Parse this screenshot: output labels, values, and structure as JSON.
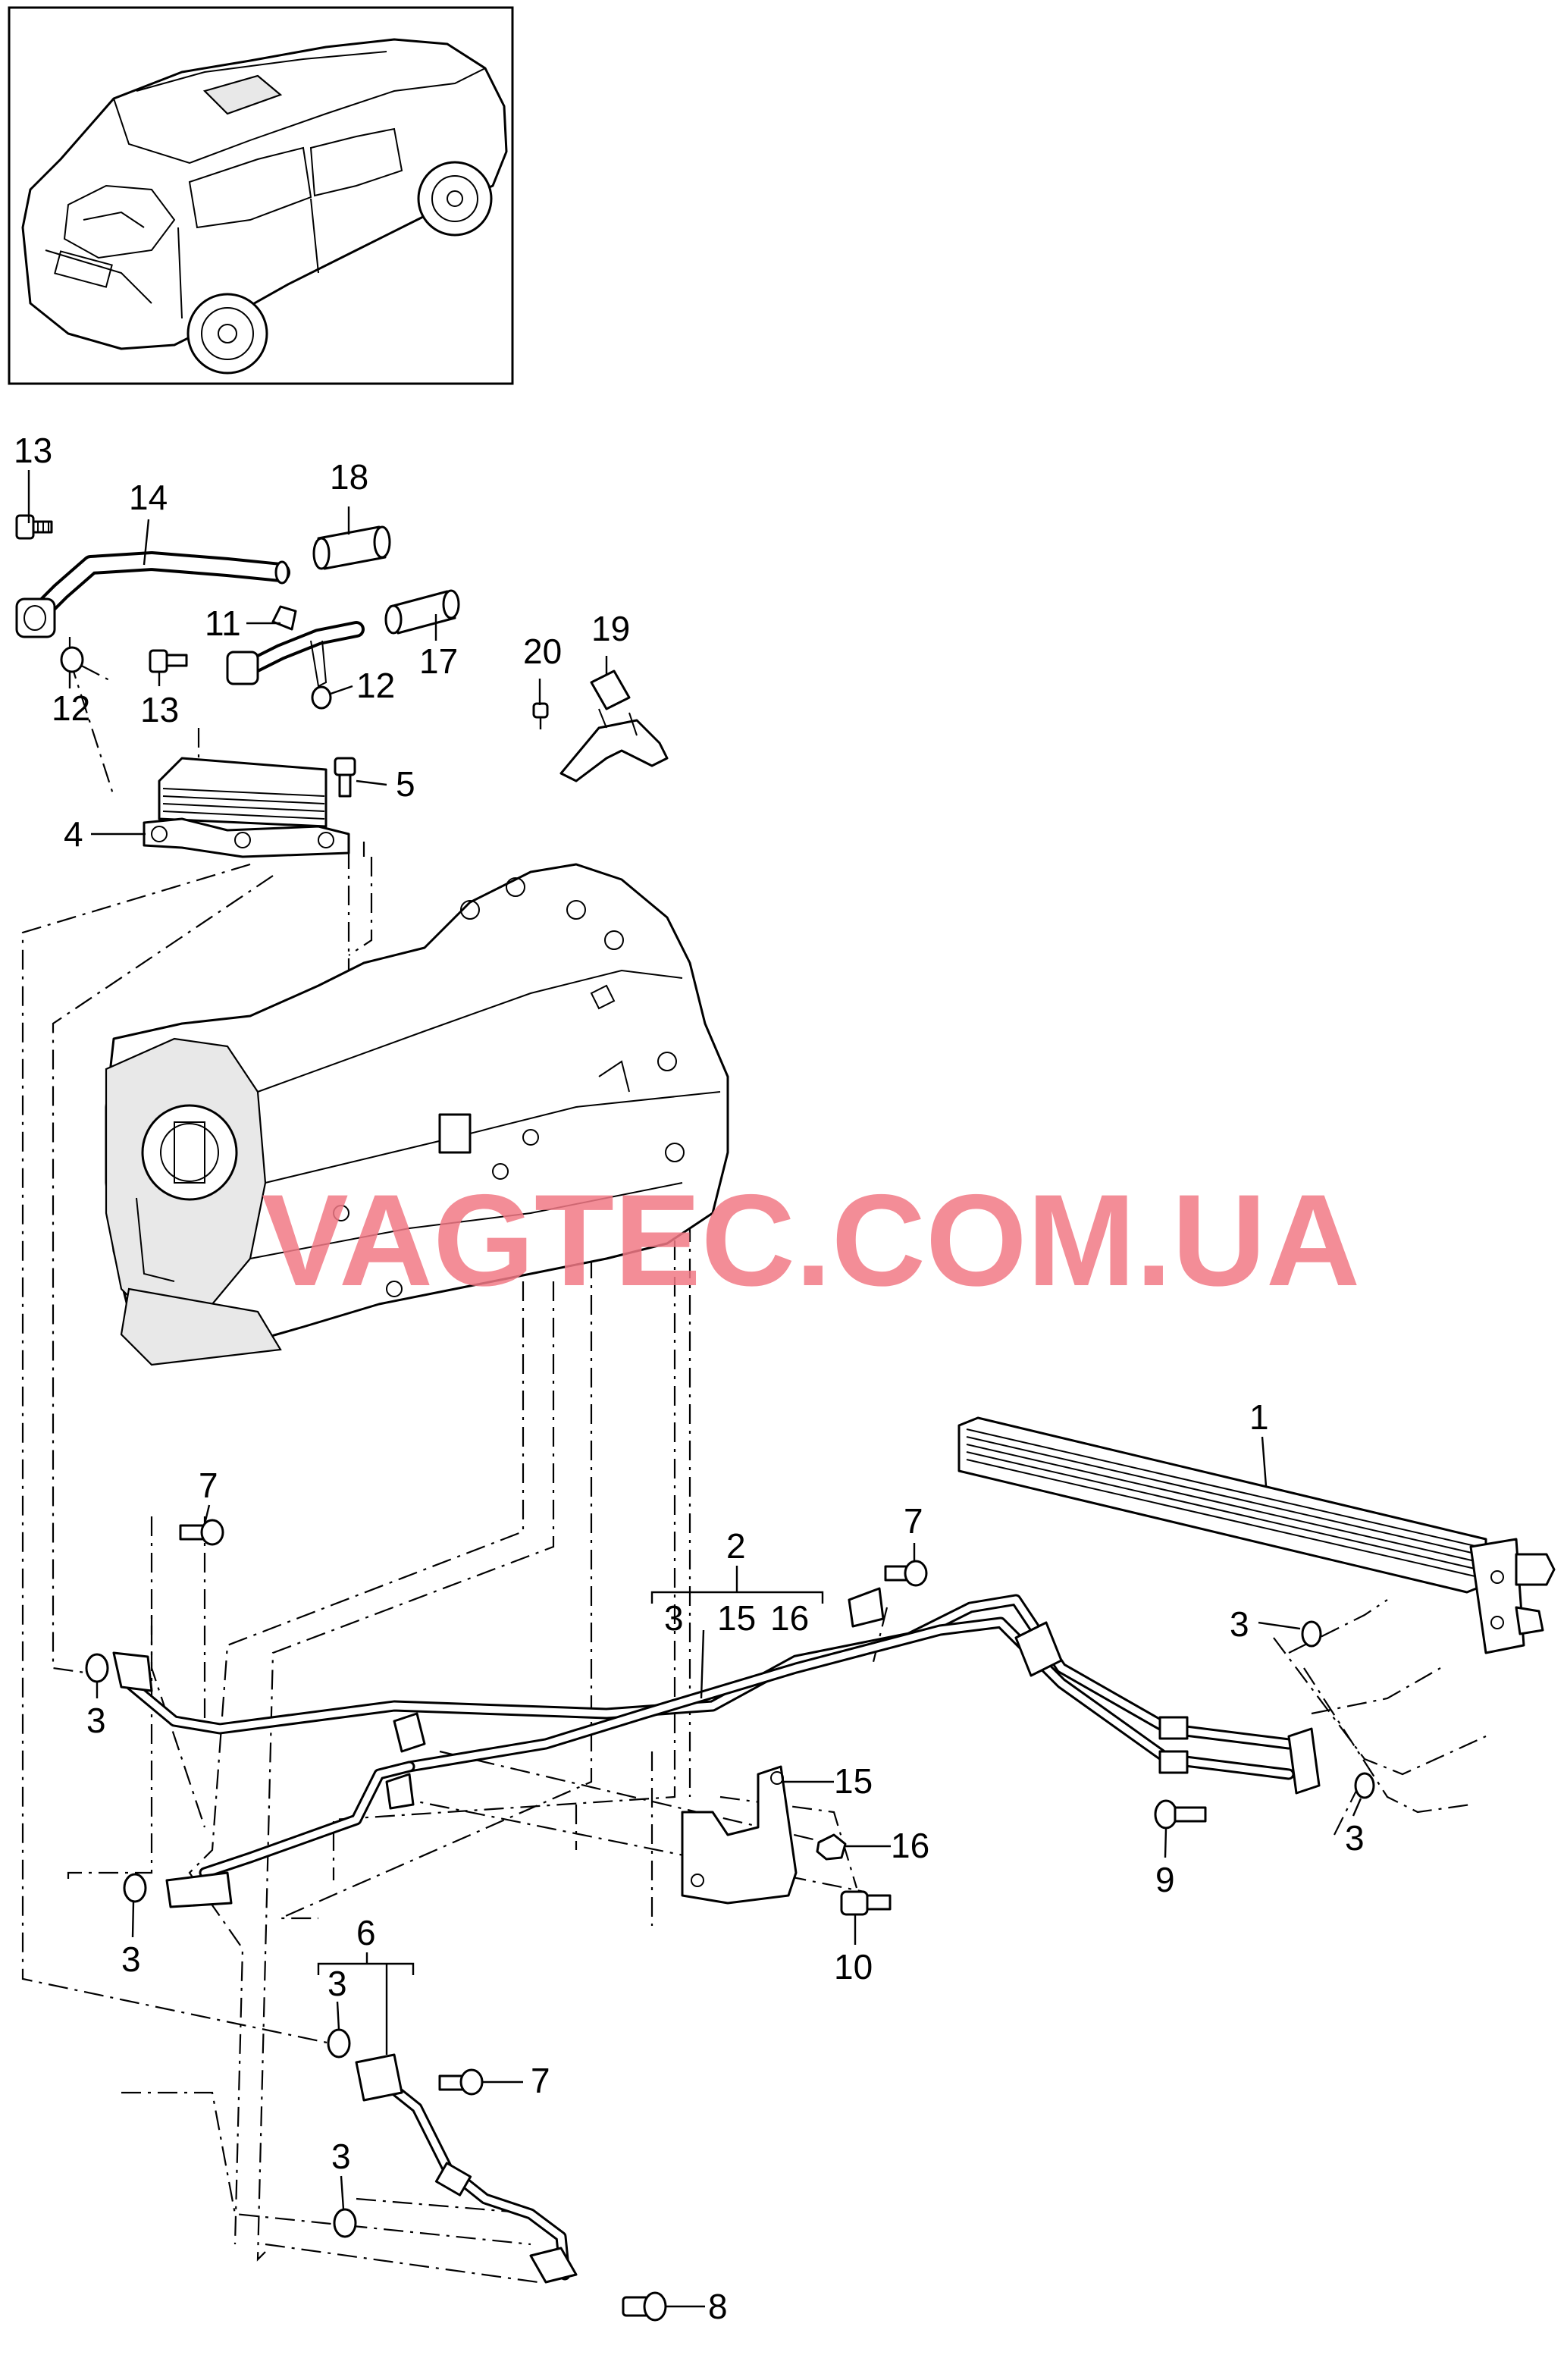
{
  "watermark": "VAGTEC.COM.UA",
  "callouts": [
    {
      "id": "13a",
      "label": "13"
    },
    {
      "id": "14",
      "label": "14"
    },
    {
      "id": "18",
      "label": "18"
    },
    {
      "id": "11",
      "label": "11"
    },
    {
      "id": "17",
      "label": "17"
    },
    {
      "id": "12a",
      "label": "12"
    },
    {
      "id": "13b",
      "label": "13"
    },
    {
      "id": "12b",
      "label": "12"
    },
    {
      "id": "20",
      "label": "20"
    },
    {
      "id": "19",
      "label": "19"
    },
    {
      "id": "5",
      "label": "5"
    },
    {
      "id": "4",
      "label": "4"
    },
    {
      "id": "1",
      "label": "1"
    },
    {
      "id": "7a",
      "label": "7"
    },
    {
      "id": "2",
      "label": "2"
    },
    {
      "id": "2s3",
      "label": "3"
    },
    {
      "id": "2s15",
      "label": "15"
    },
    {
      "id": "2s16",
      "label": "16"
    },
    {
      "id": "7b",
      "label": "7"
    },
    {
      "id": "3a",
      "label": "3"
    },
    {
      "id": "3b",
      "label": "3"
    },
    {
      "id": "15",
      "label": "15"
    },
    {
      "id": "16",
      "label": "16"
    },
    {
      "id": "9",
      "label": "9"
    },
    {
      "id": "3c",
      "label": "3"
    },
    {
      "id": "3d",
      "label": "3"
    },
    {
      "id": "10",
      "label": "10"
    },
    {
      "id": "6",
      "label": "6"
    },
    {
      "id": "6s3",
      "label": "3"
    },
    {
      "id": "7c",
      "label": "7"
    },
    {
      "id": "3e",
      "label": "3"
    },
    {
      "id": "8",
      "label": "8"
    }
  ]
}
